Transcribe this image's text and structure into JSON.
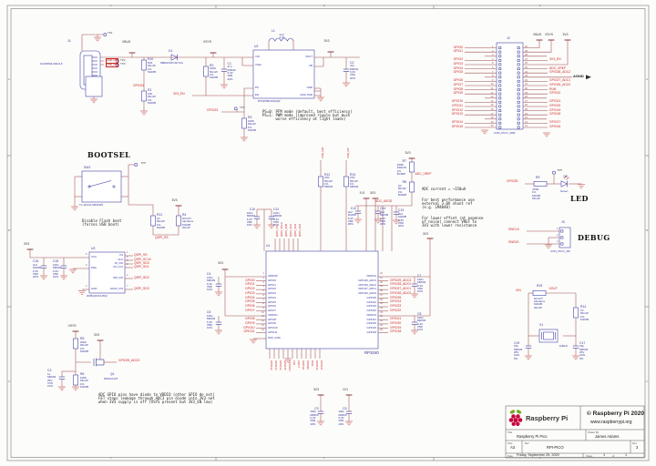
{
  "headings": {
    "bootsel": "BOOTSEL",
    "led": "LED",
    "debug": "DEBUG"
  },
  "frame": {
    "cols": [
      "1",
      "2",
      "3"
    ],
    "rows": [
      "A",
      "B",
      "C"
    ]
  },
  "power": {
    "vbus": "VBUS",
    "vsys": "VSYS",
    "v3": "3V3",
    "v1": "1V1"
  },
  "nets": {
    "usb_dm": "USB_DM",
    "usb_dp": "USB_DP",
    "gpio24": "GPIO24",
    "en3v3": "3V3_EN",
    "gpio23": "GPIO23",
    "gpio25": "GPIO25",
    "gpio29": "GPIO29_ADC3",
    "adc_vref": "ADC_VREF",
    "adc_avdd": "ADC_AVDD",
    "swclk": "SWCLK",
    "swdio": "SWDIO",
    "xin": "XIN",
    "xout": "XOUT",
    "agnd": "AGND",
    "qspi": [
      "QSPI_SS",
      "QSPI_SCLK",
      "QSPI_SD0",
      "QSPI_SD1",
      "QSPI_SD2",
      "QSPI_SD3"
    ]
  },
  "testpoints": {
    "tp1": "TP1",
    "tp2": "TP2",
    "tp3": "TP3",
    "tp4": "TP4",
    "tp5": "TP5",
    "tp6": "TP6"
  },
  "components": {
    "J1": {
      "ref": "J1",
      "part": "10103594-0001LF"
    },
    "D1": {
      "ref": "D1",
      "part": "MBR120VLSFT1G"
    },
    "D2": {
      "ref": "D2",
      "part": "Green"
    },
    "L1": {
      "ref": "L1",
      "lines": [
        "2u2",
        "2.3A"
      ]
    },
    "U1": {
      "ref": "U1",
      "part": "RP2040"
    },
    "U2": {
      "ref": "U2",
      "part": "RT6150B-33GQW",
      "left_pins": [
        "VIN",
        "VINA",
        "PS",
        "EN"
      ],
      "right_pins": [
        "VOUT",
        "FB",
        "GND",
        "GND_PAD"
      ]
    },
    "U3": {
      "ref": "U3",
      "part": "W25Q16JVUXIQ",
      "left_pins": [
        [
          "8",
          "VCC"
        ],
        [
          "9",
          "PAD"
        ],
        [
          "4",
          "GND"
        ]
      ],
      "right_pins": [
        [
          "1",
          "CS"
        ],
        [
          "6",
          "CLK"
        ],
        [
          "5",
          "DI_IO0"
        ],
        [
          "2",
          "DO_IO1"
        ],
        [
          "3",
          "WP_IO2"
        ],
        [
          "7",
          "HOLD_IO3"
        ]
      ]
    },
    "SW1": {
      "ref": "SW1",
      "part": "TL-1121U-93K0325"
    },
    "Q1": {
      "ref": "Q1",
      "part": "DMG1012T"
    },
    "X1": {
      "ref": "X1",
      "part": "12MHz"
    },
    "J3": {
      "ref": "J3",
      "part": "CON_PICO_3W"
    },
    "R1": {
      "ref": "R1",
      "lines": [
        "10K",
        "63mW",
        "1%",
        "M1005"
      ]
    },
    "R2": {
      "ref": "R2",
      "lines": [
        "100K",
        "50mW",
        "1%",
        "M1005"
      ]
    },
    "R3": {
      "ref": "R3",
      "lines": [
        "100K",
        "63mW",
        "1%",
        "M1005"
      ]
    },
    "R4": {
      "ref": "R4",
      "lines": [
        "NO-FIT",
        "tolerance",
        "M1005",
        "20mW"
      ]
    },
    "R5": {
      "ref": "R5",
      "lines": [
        "200K",
        "63mW",
        "1%",
        "M1005"
      ]
    },
    "R6": {
      "ref": "R6",
      "lines": [
        "100K",
        "63mW",
        "1%",
        "M1005"
      ]
    },
    "R7": {
      "ref": "R7",
      "lines": [
        "200R",
        "100mW",
        "1%",
        "M1608"
      ]
    },
    "R8": {
      "ref": "R8",
      "lines": [
        "1R",
        "50mW",
        "1%",
        "M1608"
      ]
    },
    "R9": {
      "ref": "R9",
      "lines": [
        "470R",
        "1%",
        "M1005",
        "63mW"
      ]
    },
    "R10": {
      "ref": "R10",
      "lines": [
        "5K6",
        "63mW",
        "1%",
        "M1005"
      ]
    },
    "R11": {
      "ref": "R11",
      "lines": [
        "1K",
        "50mW",
        "1%",
        "M1005"
      ]
    },
    "R12": {
      "ref": "R12",
      "lines": [
        "27R",
        "50mW",
        "1%",
        "M0603"
      ]
    },
    "R13": {
      "ref": "R13",
      "lines": [
        "27R",
        "50mW",
        "1%",
        "M0603"
      ]
    },
    "R14": {
      "ref": "R14",
      "lines": [
        "1K",
        "50mW",
        "1%",
        "M1005"
      ]
    },
    "R15": {
      "ref": "R15",
      "lines": [
        "NO-FIT",
        "tolerance",
        "M1005",
        "20mW"
      ]
    },
    "C1": {
      "ref": "C1",
      "lines": [
        "47u",
        "M3042",
        "6.3V",
        "X5R",
        "20%"
      ]
    },
    "C2": {
      "ref": "C2",
      "lines": [
        "47u",
        "M3042",
        "6.3V",
        "X5R",
        "20%"
      ]
    },
    "C3": {
      "ref": "C3",
      "lines": [
        "1u",
        "M0603",
        "25V",
        "X7R",
        "10%"
      ]
    },
    "C4": {
      "ref": "C4",
      "lines": [
        "100n",
        "M0603",
        "6.3V",
        "X5R",
        "10%"
      ]
    },
    "C5": {
      "ref": "C5",
      "lines": [
        "100n",
        "M0603",
        "6.3V",
        "X5R",
        "10%"
      ]
    },
    "C6": {
      "ref": "C6",
      "lines": [
        "100n",
        "M0603",
        "6.3V",
        "X5R",
        "10%"
      ]
    },
    "C7": {
      "ref": "C7",
      "lines": [
        "100n",
        "M0603",
        "6.3V",
        "X5R",
        "10%"
      ]
    },
    "C8": {
      "ref": "C8",
      "lines": [
        "100n",
        "M0603",
        "6.3V",
        "X5R",
        "10%"
      ]
    },
    "C9": {
      "ref": "C9",
      "lines": [
        "100n",
        "M0603",
        "6.3V",
        "X5R",
        "10%"
      ]
    },
    "C10": {
      "ref": "C10",
      "lines": [
        "100n",
        "M0603",
        "6.3V",
        "X5R",
        "10%"
      ]
    },
    "C11": {
      "ref": "C11",
      "lines": [
        "100n",
        "M0603",
        "6.3V",
        "X5R",
        "10%"
      ]
    },
    "C12": {
      "ref": "C12",
      "lines": [
        "2u2",
        "M1005",
        "6.3V",
        "X5R",
        "20%"
      ]
    },
    "C13": {
      "ref": "C13",
      "lines": [
        "2u2",
        "M1005",
        "6.3V",
        "X5R",
        "20%"
      ]
    },
    "C14": {
      "ref": "C14",
      "lines": [
        "2u2",
        "M1005",
        "6.3V",
        "X5R",
        "20%"
      ]
    },
    "C15": {
      "ref": "C15",
      "lines": [
        "100n",
        "M0603",
        "6.3V",
        "X5R",
        "10%"
      ]
    },
    "C16": {
      "ref": "C16",
      "lines": [
        "2u2",
        "M1005",
        "6.3V",
        "X5R",
        "20%"
      ]
    },
    "C17": {
      "ref": "C17",
      "lines": [
        "15p",
        "M0603",
        "25V",
        "C0G",
        "5%"
      ]
    },
    "C19": {
      "ref": "C19",
      "lines": [
        "15p",
        "M0603",
        "25V",
        "C0G",
        "5%"
      ]
    }
  },
  "notes": {
    "reg_ps": [
      "PS=0: PFM mode (default, best efficiency)",
      "PS=1: PWM mode (improved ripple but much",
      "      worse efficiency at light loads)"
    ],
    "bootsel": [
      "Disable Flash boot",
      "(forces USB boot)"
    ],
    "adc1": "ADC current = ~150uA",
    "adc2": [
      "For best performance use",
      "external 3.0V shunt ref",
      "(e.g. LM4040)"
    ],
    "adc3": [
      "For lower offset (at expense",
      "of noise) connect VREF to",
      "3V3 with lower resistance"
    ],
    "fet": [
      "ADC GPIO pins have diode to VDDIO (other GPIO do not)",
      "FET stops leakage through ADC3 pin diode into 3V3 net",
      "when 3V3 supply is off (VSYS present but 3V3_EN low)"
    ]
  },
  "connector40": {
    "ref": "J2",
    "part": "CON_PICO_40W",
    "left": [
      [
        1,
        "GPIO0"
      ],
      [
        2,
        "GPIO1"
      ],
      [
        3,
        null
      ],
      [
        4,
        "GPIO2"
      ],
      [
        5,
        "GPIO3"
      ],
      [
        6,
        "GPIO4"
      ],
      [
        7,
        "GPIO5"
      ],
      [
        8,
        null
      ],
      [
        9,
        "GPIO6"
      ],
      [
        10,
        "GPIO7"
      ],
      [
        11,
        "GPIO8"
      ],
      [
        12,
        "GPIO9"
      ],
      [
        13,
        null
      ],
      [
        14,
        "GPIO10"
      ],
      [
        15,
        "GPIO11"
      ],
      [
        16,
        "GPIO12"
      ],
      [
        17,
        "GPIO13"
      ],
      [
        18,
        null
      ],
      [
        19,
        "GPIO14"
      ],
      [
        20,
        "GPIO15"
      ]
    ],
    "right": [
      [
        40,
        "VBUS"
      ],
      [
        39,
        "VSYS"
      ],
      [
        38,
        null
      ],
      [
        37,
        "3V3_EN"
      ],
      [
        36,
        "3V3"
      ],
      [
        35,
        "ADC_VREF"
      ],
      [
        34,
        "GPIO28_ADC2"
      ],
      [
        33,
        "AGND"
      ],
      [
        32,
        "GPIO27_ADC1"
      ],
      [
        31,
        "GPIO26_ADC0"
      ],
      [
        30,
        "RUN"
      ],
      [
        29,
        "GPIO22"
      ],
      [
        28,
        null
      ],
      [
        27,
        "GPIO21"
      ],
      [
        26,
        "GPIO20"
      ],
      [
        25,
        "GPIO19"
      ],
      [
        24,
        "GPIO18"
      ],
      [
        23,
        null
      ],
      [
        22,
        "GPIO17"
      ],
      [
        21,
        "GPIO16"
      ]
    ]
  },
  "debug_conn": {
    "pins": [
      [
        1,
        "SWCLK"
      ],
      [
        2,
        null
      ],
      [
        3,
        "SWDIO"
      ]
    ]
  },
  "rp2040": {
    "pad": "PAD_GND",
    "left": [
      "VDDIO0",
      "GPIO0",
      "GPIO1",
      "GPIO2",
      "GPIO3",
      "GPIO4",
      "GPIO5",
      "GPIO6",
      "GPIO7",
      "VDDIO1",
      "GPIO8",
      "GPIO9",
      "GPIO10",
      "GPIO11"
    ],
    "right": [
      "VDDIO4",
      "GPIO29_ADC3",
      "GPIO28_ADC2",
      "GPIO27_ADC1",
      "GPIO26_ADC0",
      "GPIO25",
      "GPIO24",
      "GPIO23",
      "GPIO22",
      "VDDIO3",
      "GPIO21",
      "GPIO20",
      "GPIO19",
      "GPIO18"
    ],
    "usb_top": [
      "USB_DM",
      "USB_DP"
    ],
    "bottom": [
      "GPIO12",
      "GPIO13",
      "GPIO14",
      "GPIO15",
      "TESTEN",
      "XIN",
      "XOUT",
      "SWCLK",
      "SWDIO",
      "RUN",
      "GPIO16",
      "GPIO17"
    ]
  },
  "title_block": {
    "brand": "Raspberry Pi",
    "copyright": "© Raspberry Pi 2020",
    "url": "www.raspberrypi.org",
    "title_label": "Title",
    "title": "Raspberry Pi Pico",
    "drawn_label": "Drawn By",
    "drawn_by": "James Adams",
    "size_label": "Size",
    "size": "A3",
    "ref_label": "Ref",
    "ref": "RPI-PICO",
    "rev_label": "Rev",
    "rev": "3",
    "date_label": "Date",
    "date": "Friday, September 25, 2020",
    "sheet_label": "Sheet",
    "sheet": "1",
    "of_label": "of",
    "total": "1"
  }
}
